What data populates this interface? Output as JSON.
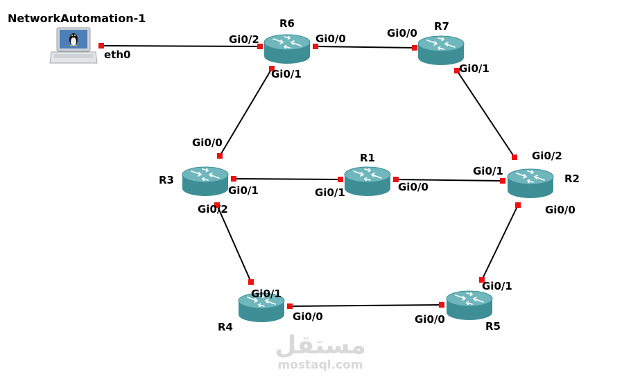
{
  "host": {
    "name": "NetworkAutomation-1",
    "port": "eth0"
  },
  "routers": [
    {
      "id": "R1",
      "name": "R1"
    },
    {
      "id": "R2",
      "name": "R2"
    },
    {
      "id": "R3",
      "name": "R3"
    },
    {
      "id": "R4",
      "name": "R4"
    },
    {
      "id": "R5",
      "name": "R5"
    },
    {
      "id": "R6",
      "name": "R6"
    },
    {
      "id": "R7",
      "name": "R7"
    }
  ],
  "links": [
    {
      "from": "NetworkAutomation-1",
      "from_port": "eth0",
      "to": "R6",
      "to_port": "Gi0/2"
    },
    {
      "from": "R6",
      "from_port": "Gi0/0",
      "to": "R7",
      "to_port": "Gi0/0"
    },
    {
      "from": "R7",
      "from_port": "Gi0/1",
      "to": "R2",
      "to_port": "Gi0/2"
    },
    {
      "from": "R6",
      "from_port": "Gi0/1",
      "to": "R3",
      "to_port": "Gi0/0"
    },
    {
      "from": "R3",
      "from_port": "Gi0/1",
      "to": "R1",
      "to_port": "Gi0/1"
    },
    {
      "from": "R1",
      "from_port": "Gi0/0",
      "to": "R2",
      "to_port": "Gi0/1"
    },
    {
      "from": "R3",
      "from_port": "Gi0/2",
      "to": "R4",
      "to_port": "Gi0/1"
    },
    {
      "from": "R4",
      "from_port": "Gi0/0",
      "to": "R5",
      "to_port": "Gi0/0"
    },
    {
      "from": "R5",
      "from_port": "Gi0/1",
      "to": "R2",
      "to_port": "Gi0/0"
    }
  ],
  "watermark": {
    "arabic": "مستقل",
    "latin": "mostaql.com"
  },
  "colors": {
    "router_body": "#3e8e95",
    "router_top": "#6fb7bd",
    "link": "#000000",
    "port": "#ee1111"
  }
}
